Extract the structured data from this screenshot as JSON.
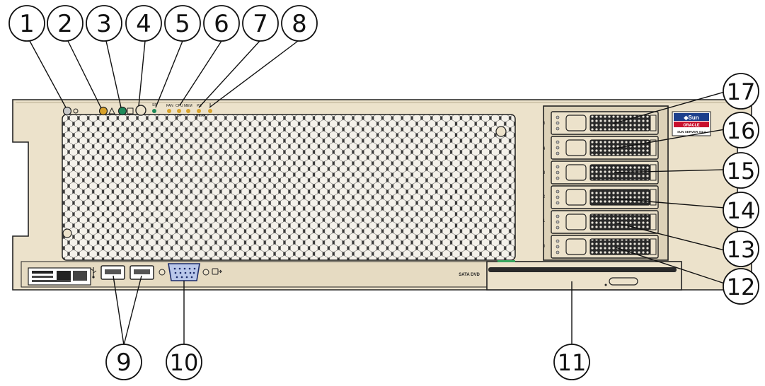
{
  "callouts": [
    "1",
    "2",
    "3",
    "4",
    "5",
    "6",
    "7",
    "8",
    "9",
    "10",
    "11",
    "12",
    "13",
    "14",
    "15",
    "16",
    "17"
  ],
  "led_labels": {
    "sp": "SP",
    "fan": "FAN",
    "cpu": "CPU",
    "mem": "MEM",
    "top": "TOP",
    "ps": "PS",
    "rear": "REAR"
  },
  "drive_slots": [
    "5",
    "4",
    "3",
    "2",
    "1",
    "0"
  ],
  "dvd_label": "SATA DVD",
  "badge": {
    "brand": "◆Sun",
    "oracle": "ORACLE",
    "model": "SUN SERVER X4-4"
  },
  "icons": {
    "usb": "usb-icon",
    "video": "video-port-icon",
    "warning": "warning-triangle-icon",
    "locator": "locator-icon"
  },
  "colors": {
    "chassis": "#ece2cb",
    "chassis_dark": "#d8ccb0",
    "outline": "#222222",
    "amber_led": "#d8a22a",
    "green_led": "#1e8a5a",
    "oracle_red": "#c8102e",
    "sun_blue": "#1c3f8c"
  }
}
